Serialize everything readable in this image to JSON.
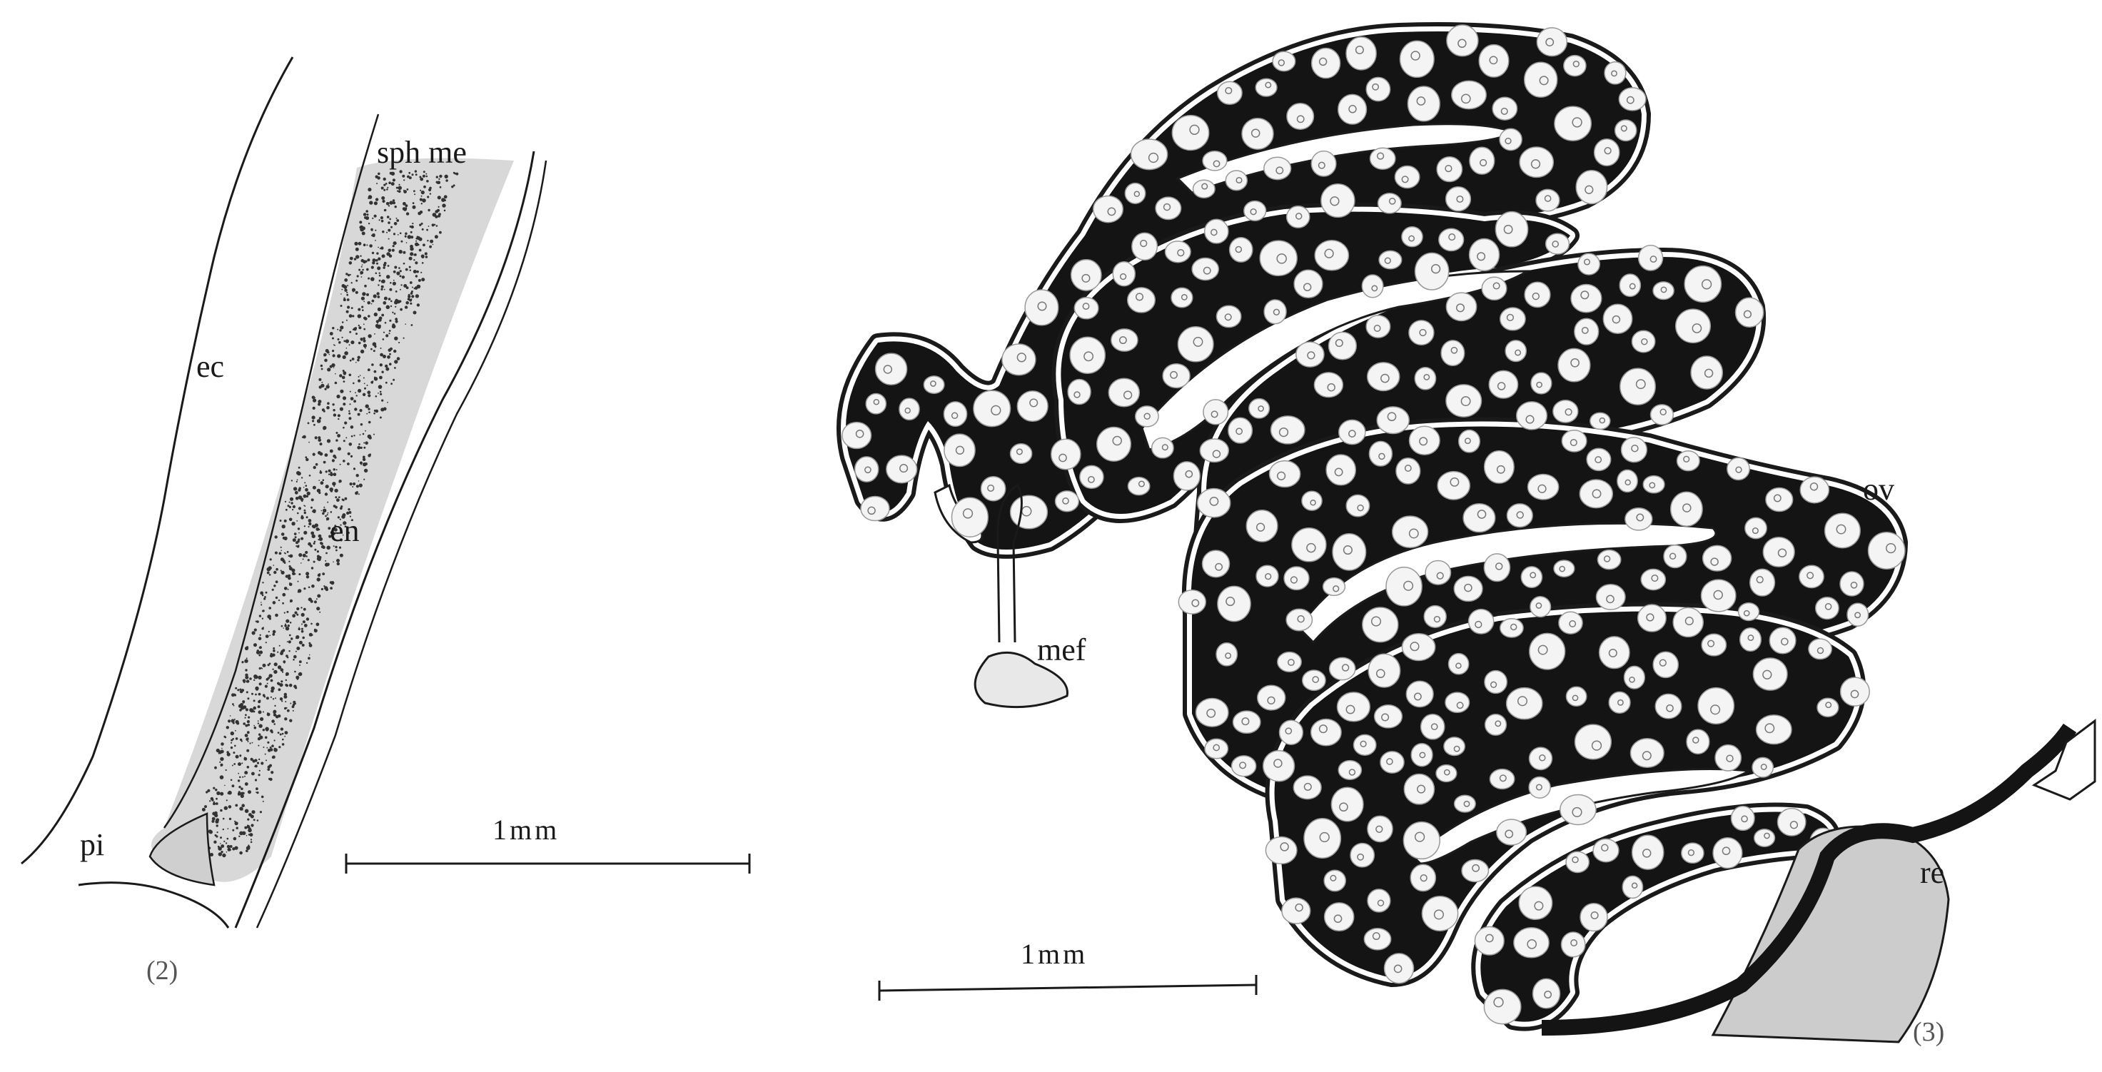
{
  "colors": {
    "ink": "#1a1a1a",
    "mass": "#141414",
    "paper": "#ffffff",
    "cell_fill": "#f4f4f4"
  },
  "figure_2": {
    "number": "(2)",
    "labels": {
      "sph_me": "sph me",
      "ec": "ec",
      "en": "en",
      "pi": "pi"
    },
    "scale_bar": "1mm"
  },
  "figure_3": {
    "number": "(3)",
    "labels": {
      "ov": "ov",
      "mef": "mef",
      "re": "re"
    },
    "scale_bar": "1mm"
  }
}
